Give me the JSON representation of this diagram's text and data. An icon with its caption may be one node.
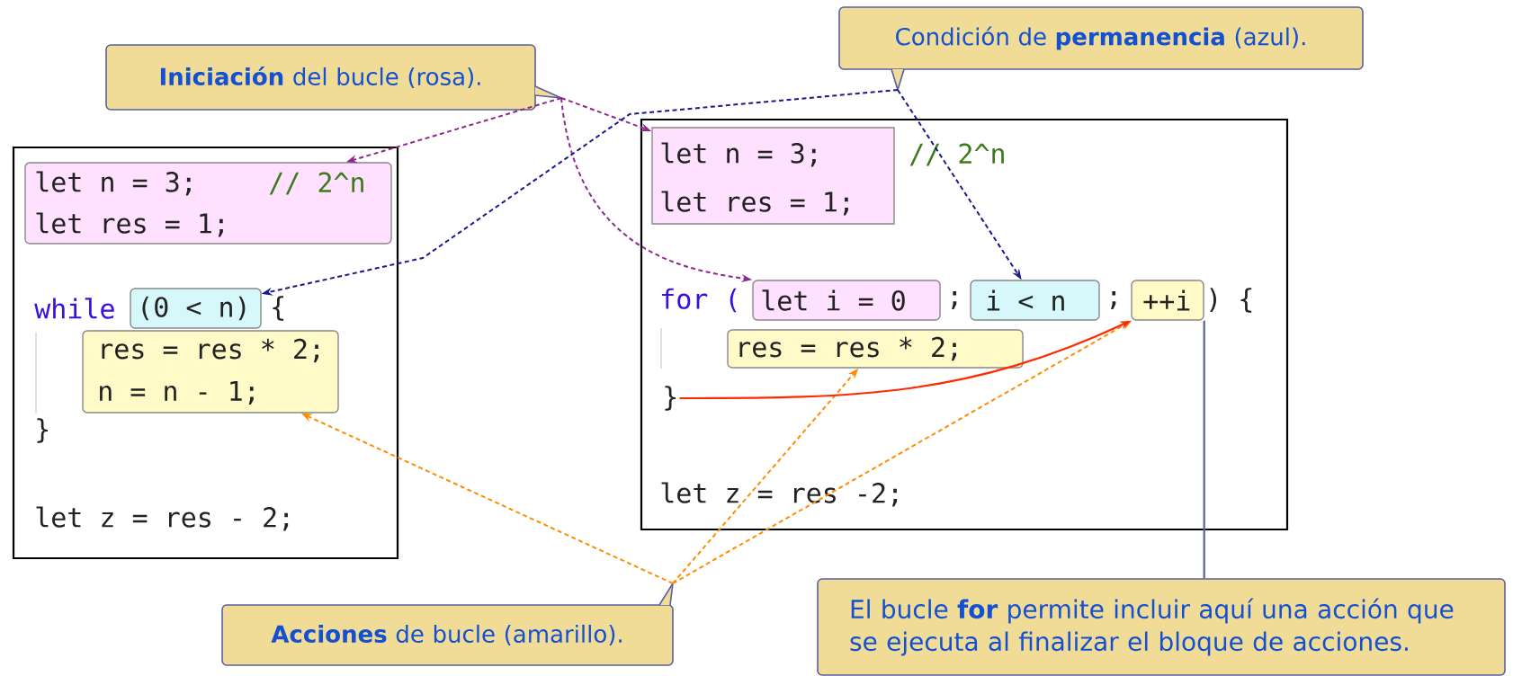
{
  "diagram": {
    "nodes": [
      {
        "text": [
          "**Iniciación** del bucle (rosa)."
        ]
      },
      {
        "text": [
          "Condición de **permanencia** (azul)."
        ]
      },
      {
        "text": [
          "while",
          "{",
          "}",
          "let z = res - 2;"
        ]
      },
      {
        "text": [
          "let n = 3;",
          "// 2^n",
          "let res = 1;"
        ],
        "in": 2
      },
      {
        "text": [
          "(0 < n)"
        ],
        "in": 2
      },
      {
        "text": [
          "res = res * 2;",
          "n = n - 1;"
        ],
        "in": 2
      },
      {
        "text": [
          "// 2^n",
          "for (",
          ";",
          ";",
          ") {",
          "let z = res -2;"
        ]
      },
      {
        "text": [
          "let n = 3;",
          "let res = 1;"
        ],
        "in": 6
      },
      {
        "text": [
          "let i = 0"
        ],
        "in": 6
      },
      {
        "text": [
          "i < n"
        ],
        "in": 6
      },
      {
        "text": [
          "++i"
        ],
        "in": 6
      },
      {
        "text": [
          "res = res * 2;"
        ],
        "in": 6
      },
      {
        "text": [
          "}"
        ],
        "in": 6
      },
      {
        "text": [
          "**Acciones** de bucle (amarillo)."
        ]
      },
      {
        "text": [
          "El bucle **for** permite incluir aquí una acción que se ejecuta al finalizar el bloque de acciones."
        ]
      }
    ],
    "edges": [
      {
        "from": 0,
        "to": 3,
        "arrow": "to",
        "style": "dashed",
        "color": "#8e2a8e"
      },
      {
        "from": 0,
        "to": 7,
        "arrow": "to",
        "style": "dashed",
        "color": "#8e2a8e"
      },
      {
        "from": 0,
        "to": 8,
        "arrow": "to",
        "style": "dashed",
        "color": "#8e2a8e"
      },
      {
        "from": 1,
        "to": 4,
        "arrow": "to",
        "style": "dashed",
        "color": "#1a1a8c"
      },
      {
        "from": 1,
        "to": 9,
        "arrow": "to",
        "style": "dashed",
        "color": "#1a1a8c"
      },
      {
        "from": 13,
        "to": 5,
        "arrow": "to",
        "style": "dashed",
        "color": "#ff8c00"
      },
      {
        "from": 13,
        "to": 11,
        "arrow": "to",
        "style": "dashed",
        "color": "#ff8c00"
      },
      {
        "from": 13,
        "to": 10,
        "arrow": "to",
        "style": "dashed",
        "color": "#ff8c00"
      },
      {
        "from": 12,
        "to": 10,
        "arrow": "to",
        "color": "#ff2a00"
      },
      {
        "from": 14,
        "to": 10,
        "arrow": "none",
        "color": "#5a5fa0"
      }
    ]
  }
}
